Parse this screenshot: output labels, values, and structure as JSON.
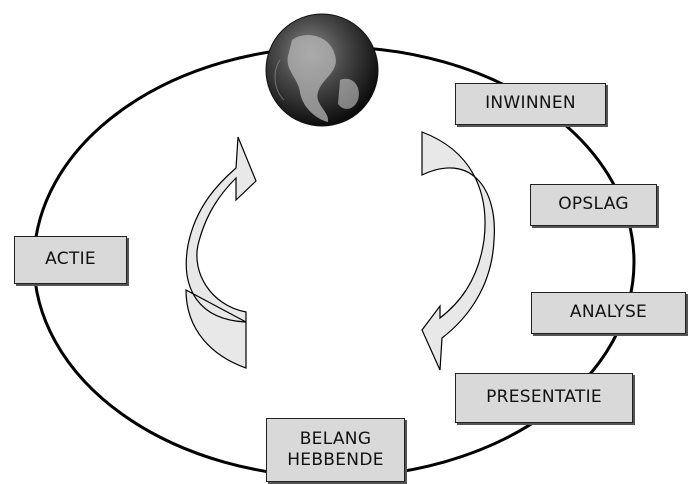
{
  "steps": {
    "inwinnen": "INWINNEN",
    "opslag": "OPSLAG",
    "analyse": "ANALYSE",
    "presentatie": "PRESENTATIE",
    "belang_line1": "BELANG",
    "belang_line2": "HEBBENDE",
    "actie": "ACTIE"
  },
  "colors": {
    "box_fill": "#d9d9d9",
    "arrow_fill": "#e6e6e6",
    "line": "#000000",
    "globe_dark": "#1a1a1a"
  },
  "icons": {
    "globe": "globe-icon",
    "arrow_left": "curved-arrow-up-icon",
    "arrow_right": "curved-arrow-down-icon"
  }
}
